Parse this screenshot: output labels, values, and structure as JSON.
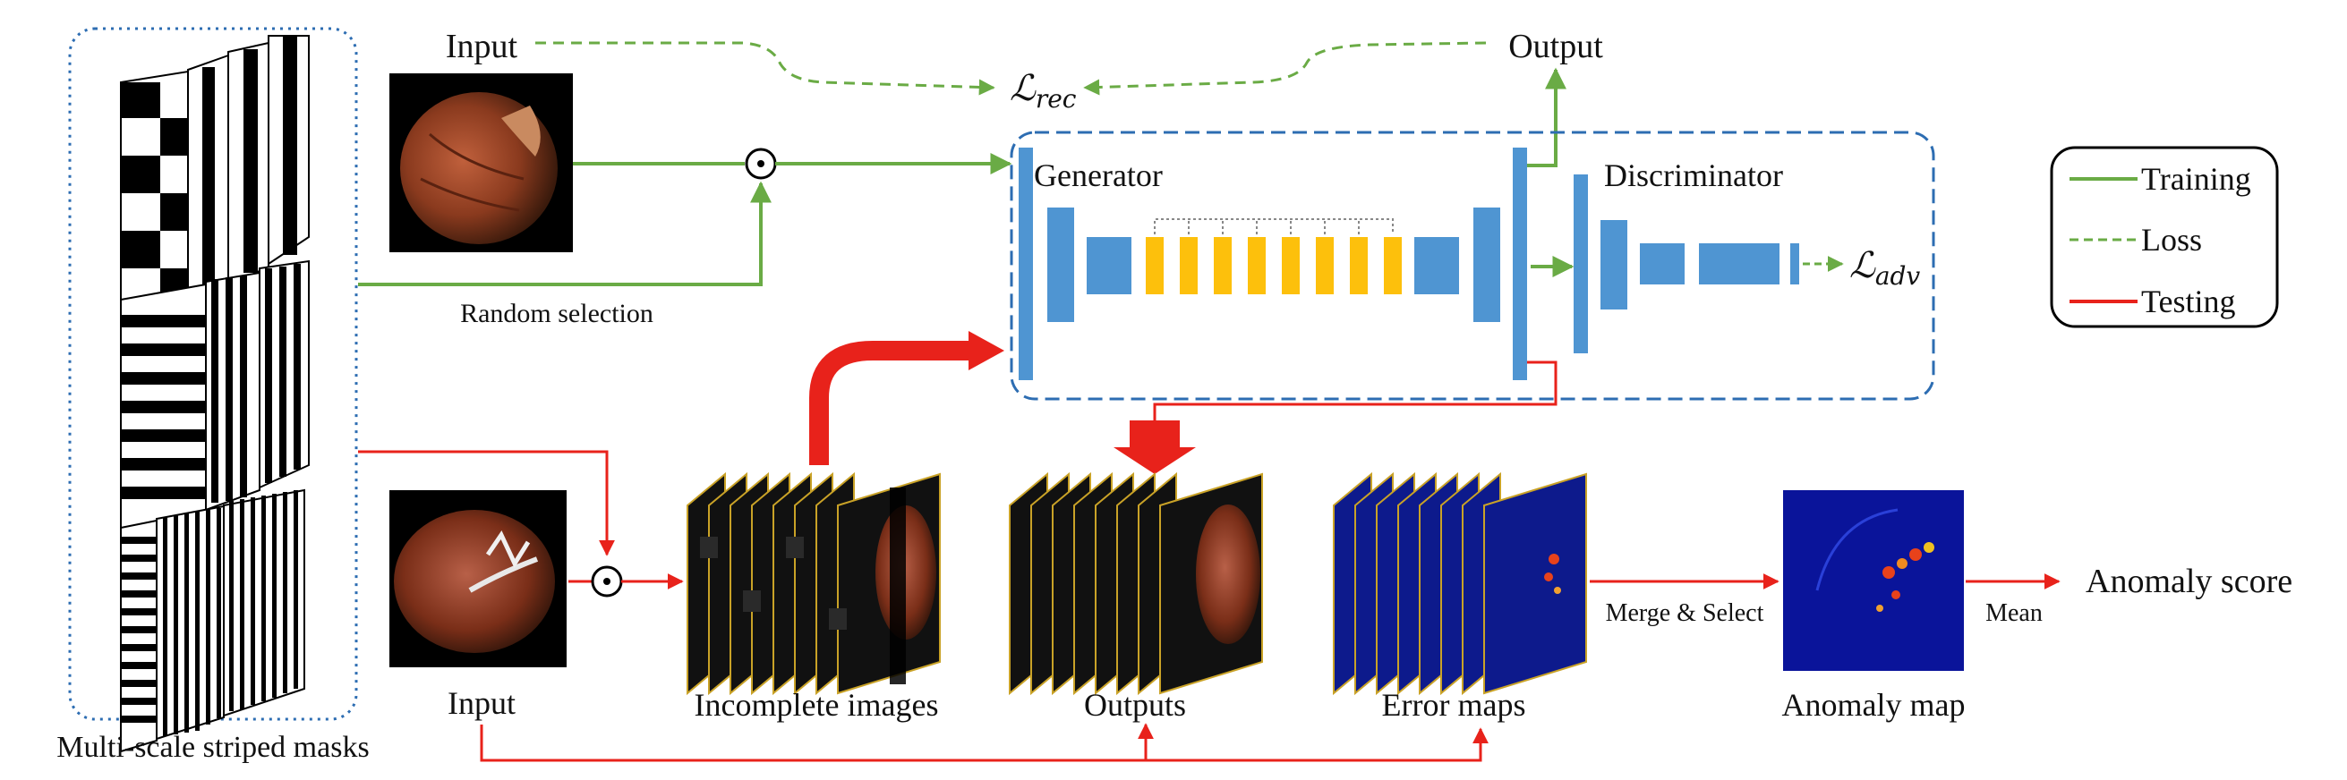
{
  "labels": {
    "input_top": "Input",
    "output_top": "Output",
    "loss_rec": "ℒ",
    "loss_rec_sub": "rec",
    "loss_adv": "ℒ",
    "loss_adv_sub": "adv",
    "generator": "Generator",
    "discriminator": "Discriminator",
    "random_selection": "Random selection",
    "masks": "Multi-scale striped masks",
    "input_bottom": "Input",
    "incomplete_images": "Incomplete images",
    "outputs": "Outputs",
    "error_maps": "Error maps",
    "merge_select": "Merge & Select",
    "anomaly_map": "Anomaly map",
    "mean": "Mean",
    "anomaly_score": "Anomaly score",
    "odot": "⊙"
  },
  "legend": {
    "items": [
      {
        "label": "Training",
        "style": "solid",
        "color": "#6aab45"
      },
      {
        "label": "Loss",
        "style": "dashed",
        "color": "#6aab45"
      },
      {
        "label": "Testing",
        "style": "solid",
        "color": "#e8221b"
      }
    ]
  },
  "colors": {
    "training": "#6aab45",
    "testing": "#e8221b",
    "network_blue": "#4f95d2",
    "skip_yellow": "#fdc00c",
    "dashed_box": "#2d6db2",
    "error_map": "#0d1a8c"
  }
}
